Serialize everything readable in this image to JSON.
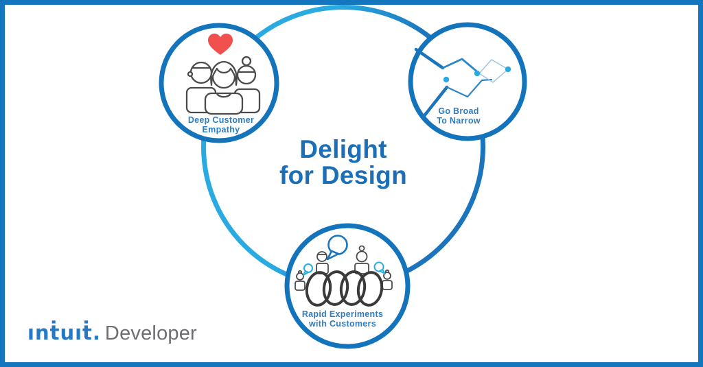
{
  "frame": {
    "border_color": "#1476bd",
    "background": "#ffffff"
  },
  "title": {
    "line1": "Delight",
    "line2": "for Design"
  },
  "nodes": [
    {
      "id": "deep-customer-empathy",
      "icon": "people-with-heart-icon",
      "label_line1": "Deep Customer",
      "label_line2": "Empathy"
    },
    {
      "id": "go-broad-to-narrow",
      "icon": "branching-zigzag-icon",
      "label_line1": "Go Broad",
      "label_line2": "To Narrow"
    },
    {
      "id": "rapid-experiments-with-customers",
      "icon": "spiral-conversations-icon",
      "label_line1": "Rapid Experiments",
      "label_line2": "with Customers"
    }
  ],
  "logo": {
    "wordmark": "ınṫuıṫ.",
    "suffix": "Developer"
  },
  "colors": {
    "frame_border": "#1476bd",
    "title_text": "#1c6fb6",
    "label_text": "#2e7cc2",
    "ring_light": "#29abe2",
    "ring_dark": "#1b74bc",
    "node_border": "#1374bc",
    "heart_red": "#f0504e",
    "icon_gray": "#4a4a4c",
    "spiral_dark": "#3a3a3c",
    "bubble_blue": "#1b75bc",
    "dot_cyan": "#29abe2",
    "logo_blue": "#2679c4",
    "logo_gray": "#6d6e71"
  }
}
